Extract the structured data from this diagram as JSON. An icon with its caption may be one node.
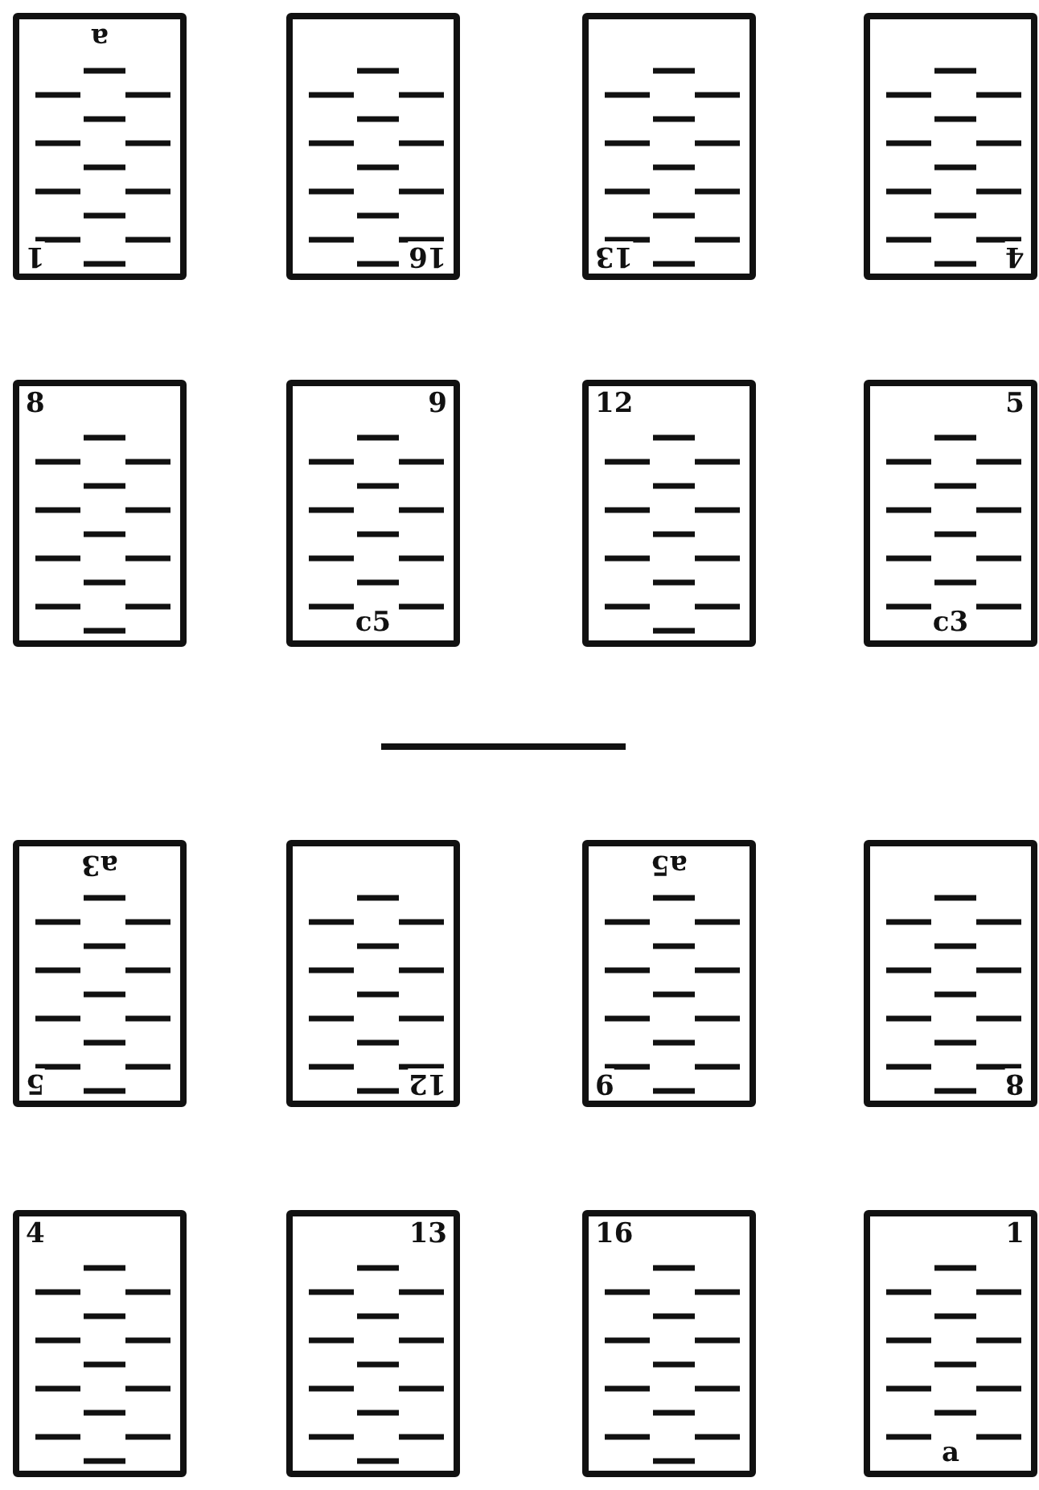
{
  "diagram": {
    "nodes": [
      {
        "text": [
          "a",
          "1"
        ]
      },
      {
        "text": [
          "16"
        ]
      },
      {
        "text": [
          "13"
        ]
      },
      {
        "text": [
          "4"
        ]
      },
      {
        "text": [
          "8"
        ]
      },
      {
        "text": [
          "9",
          "c5"
        ]
      },
      {
        "text": [
          "12"
        ]
      },
      {
        "text": [
          "5",
          "c3"
        ]
      },
      {
        "text": [
          "a3",
          "5"
        ]
      },
      {
        "text": [
          "12"
        ]
      },
      {
        "text": [
          "a5",
          "9"
        ]
      },
      {
        "text": [
          "8"
        ]
      },
      {
        "text": [
          "4"
        ]
      },
      {
        "text": [
          "13"
        ]
      },
      {
        "text": [
          "16"
        ]
      },
      {
        "text": [
          "1",
          "a"
        ]
      }
    ]
  }
}
